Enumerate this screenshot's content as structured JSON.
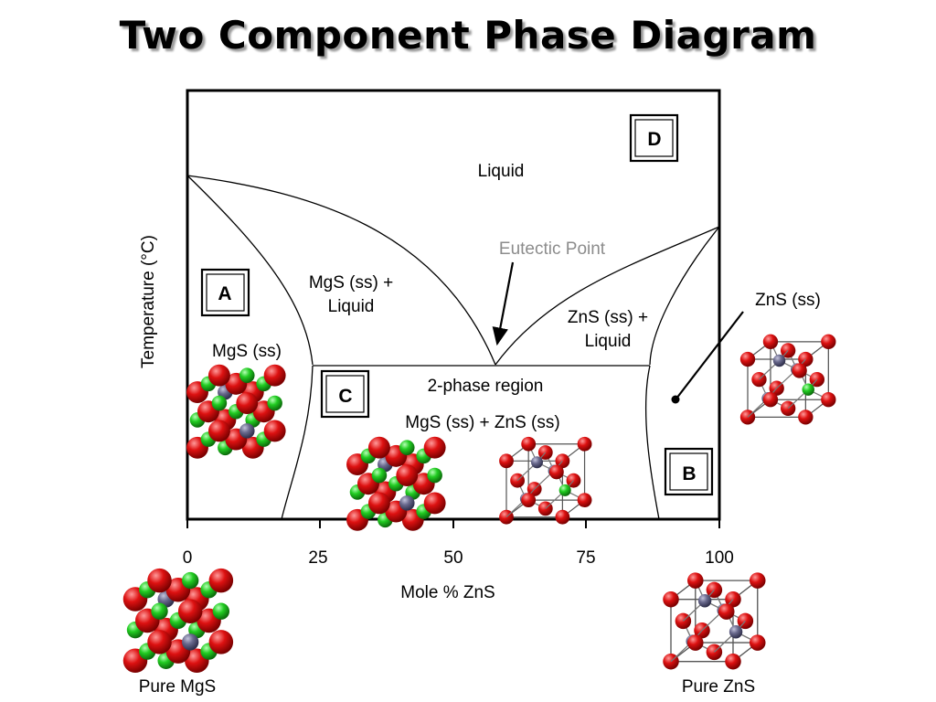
{
  "title": "Two Component Phase Diagram",
  "axes": {
    "x_label": "Mole % ZnS",
    "y_label": "Temperature (°C)",
    "x_ticks": [
      "0",
      "25",
      "50",
      "75",
      "100"
    ]
  },
  "regions": {
    "liquid": "Liquid",
    "mgs_liquid_1": "MgS (ss) +",
    "mgs_liquid_2": "Liquid",
    "zns_liquid_1": "ZnS (ss) +",
    "zns_liquid_2": "Liquid",
    "mgs_ss": "MgS (ss)",
    "zns_ss": "ZnS (ss)",
    "two_phase": "2-phase region",
    "two_phase_sub": "MgS (ss) + ZnS (ss)",
    "eutectic": "Eutectic Point"
  },
  "boxes": {
    "a": "A",
    "b": "B",
    "c": "C",
    "d": "D"
  },
  "pure": {
    "mgs": "Pure MgS",
    "zns": "Pure ZnS"
  },
  "colors": {
    "sulfur": "#dd1111",
    "magnesium": "#22cc22",
    "zinc": "#6a6a8e",
    "eutectic_text": "#8c8c8c"
  },
  "crystals": [
    "rocksalt-MgS",
    "zincblende-ZnS"
  ]
}
